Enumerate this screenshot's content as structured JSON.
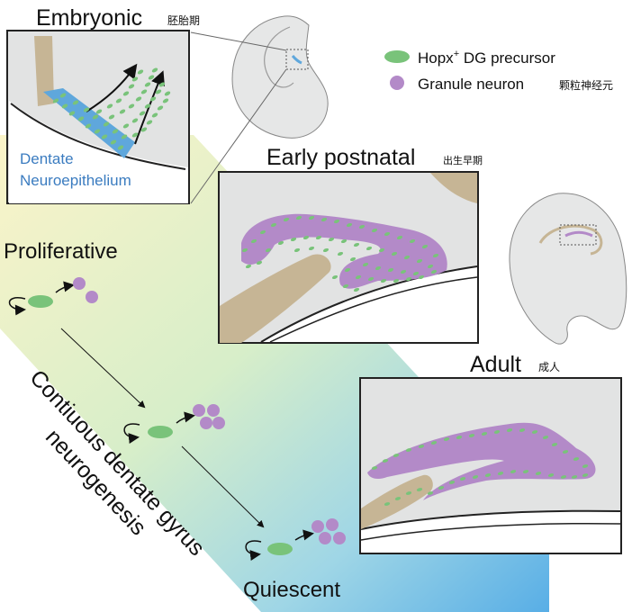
{
  "embryonic": {
    "title": "Embryonic",
    "title_cn": "胚胎期",
    "region_line1": "Dentate",
    "region_line2": "Neuroepithelium"
  },
  "early_postnatal": {
    "title": "Early postnatal",
    "title_cn": "出生早期"
  },
  "adult": {
    "title": "Adult",
    "title_cn": "成人"
  },
  "legend": {
    "precursor_prefix": "Hopx",
    "precursor_sup": "+",
    "precursor_suffix": " DG precursor",
    "neuron": "Granule neuron",
    "neuron_cn": "颗粒神经元"
  },
  "states": {
    "proliferative": "Proliferative",
    "quiescent": "Quiescent"
  },
  "diagonal": {
    "line1": "Contiuous dentate gyrus",
    "line2": "neurogenesis"
  },
  "colors": {
    "precursor": "#79c37a",
    "neuron": "#b38ac8",
    "neuroepithelium": "#5fa7dc",
    "fiber": "#c6b595",
    "tissue": "#dfe0e0",
    "region_text": "#3b7cc0"
  }
}
